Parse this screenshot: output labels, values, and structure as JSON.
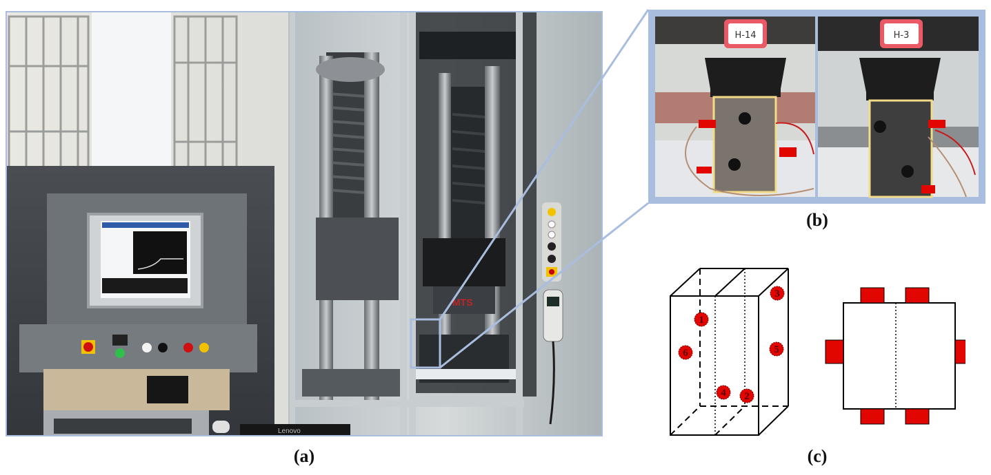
{
  "captions": {
    "a": "(a)",
    "b": "(b)",
    "c": "(c)"
  },
  "colors": {
    "highlight_border": "#a9bedf",
    "specimen_outline": "#f2dc8a",
    "strain_gauge_red": "#e10600",
    "schematic_line": "#000000"
  },
  "photo_a": {
    "brand_text": "MTS",
    "monitor_brand": "Lenovo"
  },
  "photo_b": {
    "tag_left": "H-14",
    "tag_right": "H-3"
  },
  "schematic": {
    "gauge_labels": [
      "1",
      "2",
      "3",
      "4",
      "5",
      "6"
    ]
  }
}
